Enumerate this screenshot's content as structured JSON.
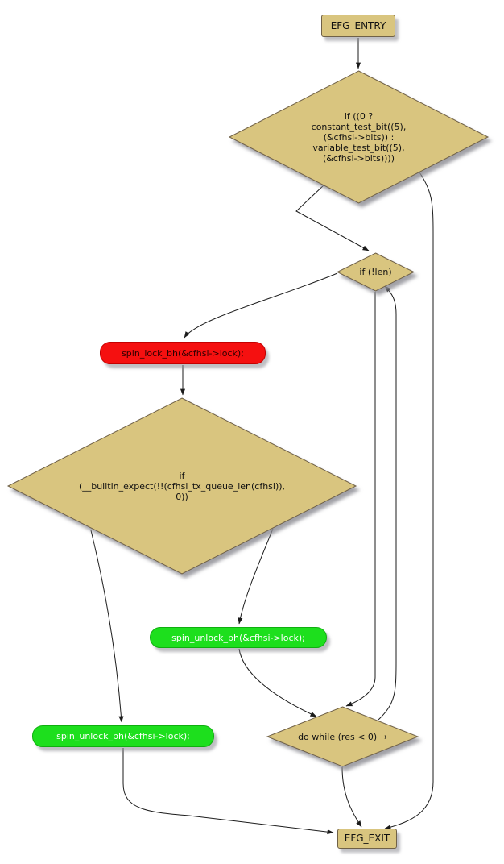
{
  "diagram": {
    "background": "#ffffff",
    "colors": {
      "node_fill": "#d9c57f",
      "node_border": "#6f6147",
      "red_fill": "#f51010",
      "green_fill": "#1ddf1d",
      "edge": "#1b1b1b",
      "shadow": "#8a8a92"
    },
    "nodes": {
      "entry": {
        "label": "EFG_ENTRY",
        "type": "terminal"
      },
      "cond1": {
        "label": "if ((0 ?\nconstant_test_bit((5),\n(&cfhsi->bits)) :\nvariable_test_bit((5),\n(&cfhsi->bits))))",
        "type": "decision"
      },
      "iflen": {
        "label": "if (!len)",
        "type": "decision"
      },
      "lock": {
        "label": "spin_lock_bh(&cfhsi->lock);",
        "type": "action",
        "status": "red"
      },
      "cond2": {
        "label": "if\n(__builtin_expect(!!(cfhsi_tx_queue_len(cfhsi)),\n0))",
        "type": "decision"
      },
      "unlock1": {
        "label": "spin_unlock_bh(&cfhsi->lock);",
        "type": "action",
        "status": "green"
      },
      "dowhile": {
        "label": "do while (res < 0) →",
        "type": "decision"
      },
      "unlock2": {
        "label": "spin_unlock_bh(&cfhsi->lock);",
        "type": "action",
        "status": "green"
      },
      "exit": {
        "label": "EFG_EXIT",
        "type": "terminal"
      }
    },
    "edges": [
      {
        "from": "entry",
        "to": "cond1"
      },
      {
        "from": "cond1",
        "to": "iflen"
      },
      {
        "from": "cond1",
        "to": "exit"
      },
      {
        "from": "iflen",
        "to": "lock"
      },
      {
        "from": "lock",
        "to": "cond2"
      },
      {
        "from": "cond2",
        "to": "unlock1"
      },
      {
        "from": "cond2",
        "to": "unlock2"
      },
      {
        "from": "unlock1",
        "to": "dowhile"
      },
      {
        "from": "iflen",
        "to": "dowhile"
      },
      {
        "from": "dowhile",
        "to": "iflen"
      },
      {
        "from": "dowhile",
        "to": "exit"
      },
      {
        "from": "unlock2",
        "to": "exit"
      }
    ]
  }
}
